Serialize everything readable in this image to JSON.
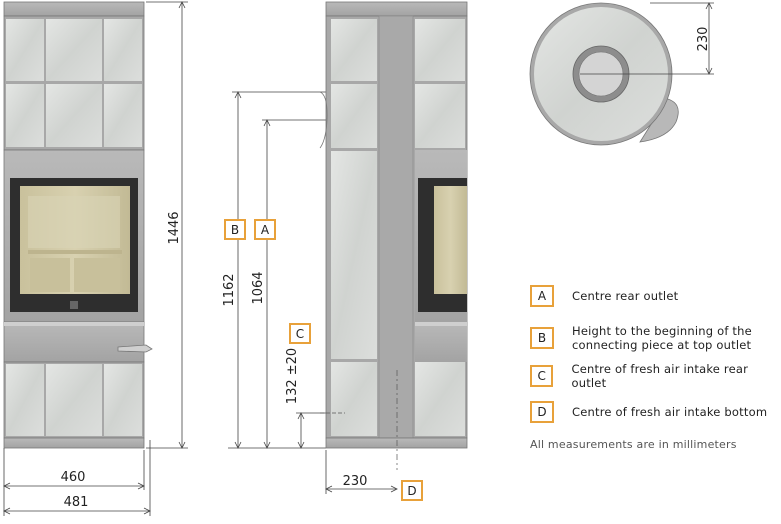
{
  "dimensions": {
    "overall_height": "1446",
    "width_body": "460",
    "width_top": "481",
    "height_b": "1162",
    "height_a": "1064",
    "height_c": "132 ±20",
    "side_offset": "230",
    "top_offset": "230"
  },
  "markers": {
    "a": "A",
    "b": "B",
    "c": "C",
    "d": "D"
  },
  "legend": {
    "items": [
      {
        "key": "A",
        "text": "Centre rear outlet"
      },
      {
        "key": "B",
        "text": "Height to the beginning of the\nconnecting piece at top outlet"
      },
      {
        "key": "C",
        "text": "Centre of fresh air intake rear outlet"
      },
      {
        "key": "D",
        "text": "Centre of fresh air intake bottom"
      }
    ],
    "note": "All measurements are in millimeters"
  },
  "colors": {
    "accent": "#e8a13a",
    "stone": "#d4d6d4",
    "frame": "#9a9a9a",
    "glass": "#cfc7a2"
  }
}
